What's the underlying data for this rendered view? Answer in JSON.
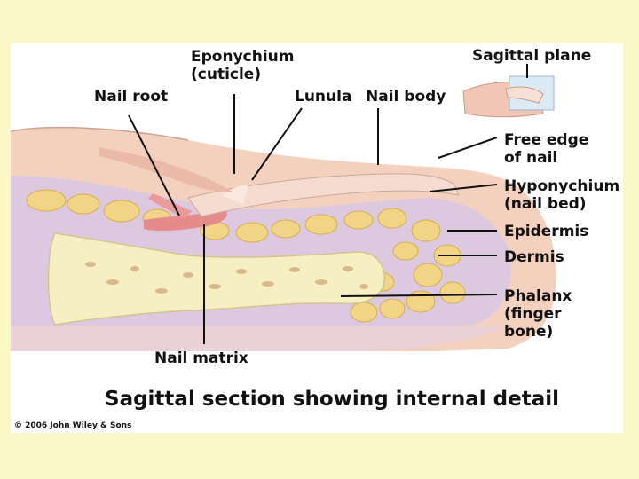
{
  "labels": {
    "eponychium": "Eponychium\n(cuticle)",
    "nail_root": "Nail root",
    "lunula": "Lunula",
    "nail_body": "Nail body",
    "sagittal_plane": "Sagittal plane",
    "free_edge": "Free edge\nof nail",
    "hyponychium": "Hyponychium\n(nail bed)",
    "epidermis": "Epidermis",
    "dermis": "Dermis",
    "phalanx": "Phalanx\n(finger\nbone)",
    "nail_matrix": "Nail matrix"
  },
  "caption": "Sagittal section showing internal detail",
  "copyright": "© 2006 John Wiley & Sons",
  "colors": {
    "background": "#fbf7c6",
    "skin": "#f2c9b8",
    "dermis": "#d9c7dd",
    "fat": "#f0d27a",
    "bone": "#f6efc4",
    "nail": "#f7ddd0",
    "matrix": "#e98c8c"
  }
}
